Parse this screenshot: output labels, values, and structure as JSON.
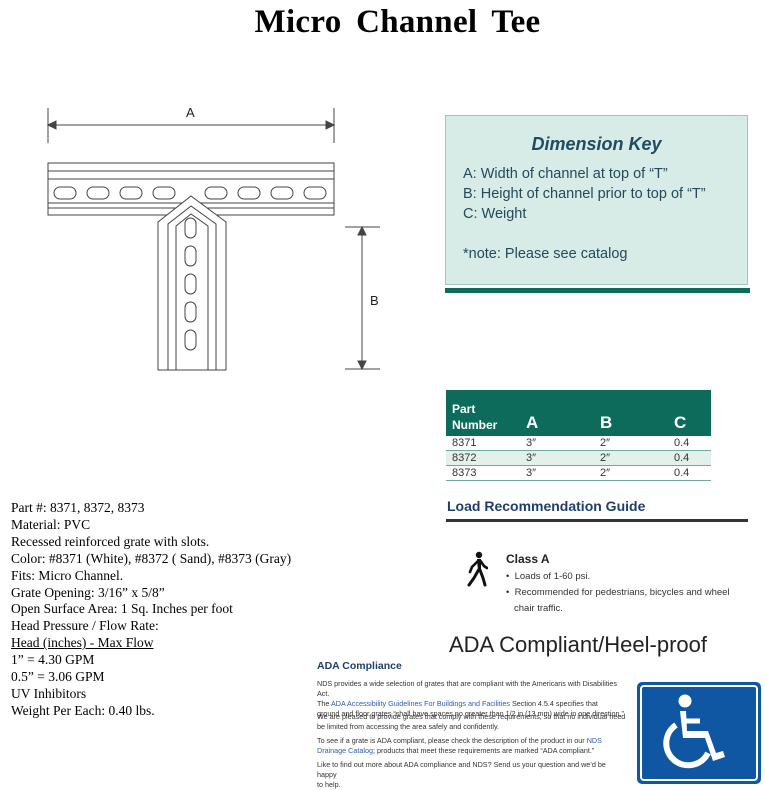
{
  "title": "Micro Channel   Tee",
  "diagram": {
    "label_a": "A",
    "label_b": "B"
  },
  "dimension_key": {
    "title": "Dimension Key",
    "lines": [
      "A:  Width of channel at top of “T”",
      "B:  Height of channel prior to top of “T”",
      "C:  Weight"
    ],
    "note": "*note: Please see catalog"
  },
  "part_table": {
    "header": {
      "part_line1": "Part",
      "part_line2": "Number",
      "a": "A",
      "b": "B",
      "c": "C"
    },
    "rows": [
      {
        "part": "8371",
        "a": "3″",
        "b": "2″",
        "c": "0.4"
      },
      {
        "part": "8372",
        "a": "3″",
        "b": "2″",
        "c": "0.4"
      },
      {
        "part": "8373",
        "a": "3″",
        "b": "2″",
        "c": "0.4"
      }
    ]
  },
  "load_guide": {
    "title": "Load Recommendation Guide",
    "class_title": "Class A",
    "bullet1": "Loads of 1-60 psi.",
    "bullet2_line1": "Recommended for pedestrians, bicycles and wheel",
    "bullet2_line2": "chair traffic."
  },
  "ada_heading": "ADA Compliant/Heel-proof",
  "ada_compliance": {
    "title": "ADA Compliance",
    "p1_l1": "NDS provides a wide selection of grates that are compliant with the Americans with Disabilities Act.",
    "p1_l2_pre": "The ",
    "p1_l2_link": "ADA Accessibility Guidelines For Buildings and Facilities",
    "p1_l2_post": " Section 4.5.4 specifies that",
    "p1_l3": "ground and floor grates “shall have spaces no greater than 1/2 in (13 mm) wide in one direction.”",
    "p2_l1": "We are pleased to provide grates that comply with these requirements, so that no individual need",
    "p2_l2": "be limited from accessing the area safely and confidently.",
    "p3_l1_pre": "To see if a grate is ADA compliant, please check the description of the product in our ",
    "p3_l1_link": "NDS",
    "p3_l2_link": "Drainage Catalog",
    "p3_l2_post": "; products that meet these requirements are marked “ADA compliant.”",
    "p4_l1": "Like to find out more about ADA compliance and NDS? Send us your question and we’d be happy",
    "p4_l2": "to help."
  },
  "specs": [
    "Part #: 8371, 8372, 8373",
    "Material: PVC",
    "Recessed reinforced grate with slots.",
    "Color: #8371 (White), #8372 ( Sand), #8373 (Gray)",
    "Fits: Micro Channel.",
    "Grate Opening: 3/16” x 5/8”",
    "Open Surface Area: 1 Sq. Inches per foot",
    "Head Pressure / Flow Rate:",
    "Head (inches) - Max Flow",
    "1” =  4.30 GPM",
    "0.5” = 3.06 GPM",
    "UV Inhibitors",
    "Weight Per Each: 0.40 lbs."
  ],
  "colors": {
    "teal": "#0d6b5c",
    "key_bg": "#d7ece7",
    "navy": "#1f3f6a",
    "ada_blue": "#1057a3"
  },
  "icons": {
    "pedestrian": "walking-person-icon",
    "accessibility": "wheelchair-icon"
  }
}
